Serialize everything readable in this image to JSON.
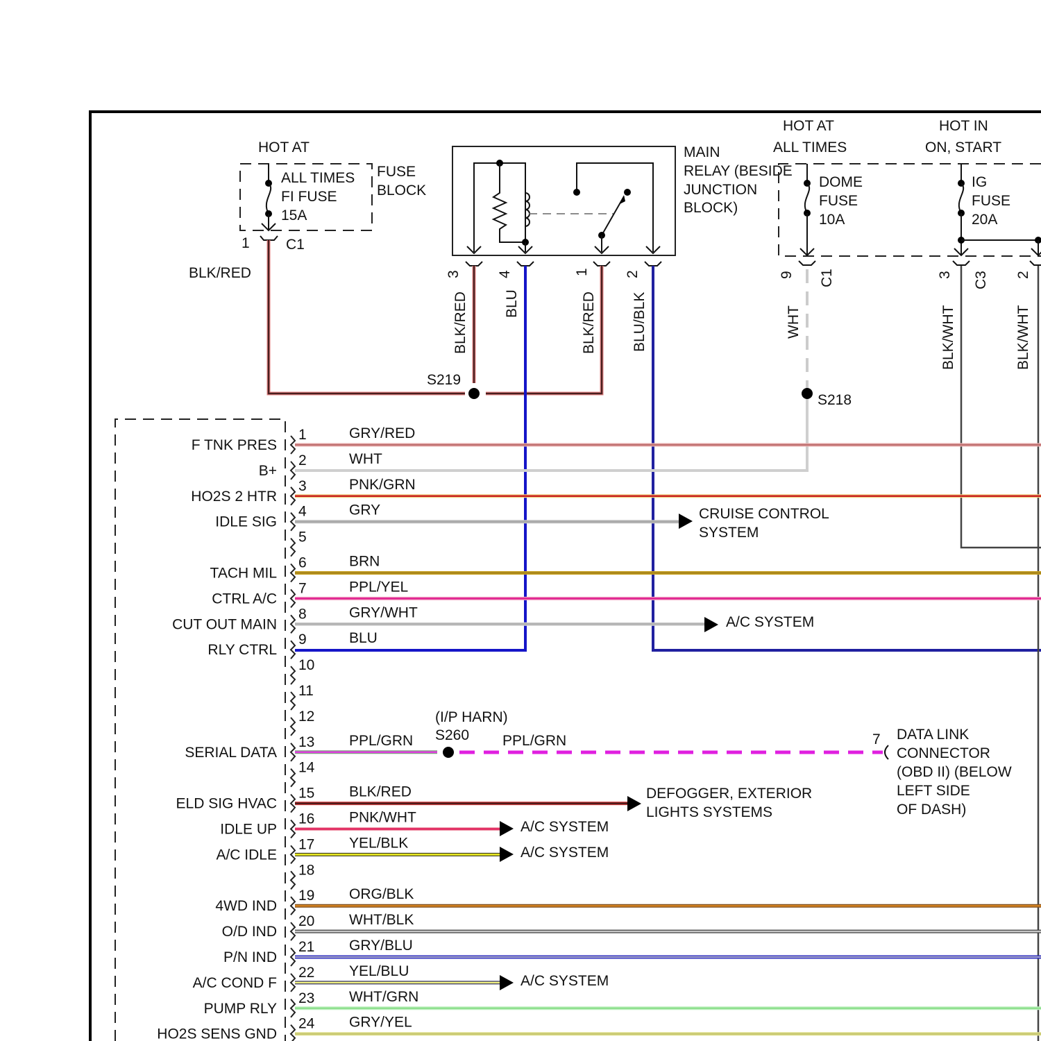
{
  "fuse_block": {
    "header": "HOT AT",
    "fuse_lines": [
      "ALL TIMES",
      "FI FUSE",
      "15A"
    ],
    "block_label": [
      "FUSE",
      "BLOCK"
    ],
    "pin": "1",
    "connector": "C1",
    "wire_color": "BLK/RED"
  },
  "main_relay": {
    "label": [
      "MAIN",
      "RELAY (BESIDE",
      "JUNCTION",
      "BLOCK)"
    ],
    "pins": [
      {
        "pin": "3",
        "wire": "BLK/RED",
        "color": "#5a2a2a",
        "stripe": "#e08080"
      },
      {
        "pin": "4",
        "wire": "BLU",
        "color": "#1515d0",
        "stripe": "#1515d0"
      },
      {
        "pin": "1",
        "wire": "BLK/RED",
        "color": "#5a2a2a",
        "stripe": "#e08080"
      },
      {
        "pin": "2",
        "wire": "BLU/BLK",
        "color": "#2020a0",
        "stripe": "#2020a0"
      }
    ]
  },
  "junction_block": {
    "dome": {
      "header": [
        "HOT AT",
        "ALL TIMES"
      ],
      "fuse_lines": [
        "DOME",
        "FUSE",
        "10A"
      ],
      "pin": "9",
      "connector": "C1",
      "wire": "WHT"
    },
    "ig": {
      "header": [
        "HOT IN",
        "ON, START"
      ],
      "fuse_lines": [
        "IG",
        "FUSE",
        "20A"
      ],
      "pin": "3",
      "connector": "C3",
      "wire": "BLK/WHT"
    },
    "ig2": {
      "pin": "2",
      "wire": "BLK/WHT"
    }
  },
  "splices": {
    "s219": "S219",
    "s218": "S218",
    "s260": "S260",
    "s260_note": "(I/P HARN)"
  },
  "pcm_pins": [
    {
      "pin": "1",
      "label": "F TNK PRES",
      "wire": "GRY/RED",
      "color": "#c07070",
      "stripe": "#e8b0b0"
    },
    {
      "pin": "2",
      "label": "B+",
      "wire": "WHT",
      "color": "#cccccc",
      "stripe": "#dddddd"
    },
    {
      "pin": "3",
      "label": "HO2S 2 HTR",
      "wire": "PNK/GRN",
      "color": "#c82020",
      "stripe": "#f0d080"
    },
    {
      "pin": "4",
      "label": "IDLE SIG",
      "wire": "GRY",
      "color": "#a8a8a8",
      "stripe": "#c0c0c0"
    },
    {
      "pin": "5",
      "label": "",
      "wire": "",
      "color": "",
      "stripe": ""
    },
    {
      "pin": "6",
      "label": "TACH MIL",
      "wire": "BRN",
      "color": "#a8861c",
      "stripe": "#c8a020"
    },
    {
      "pin": "7",
      "label": "CTRL A/C",
      "wire": "PPL/YEL",
      "color": "#e02090",
      "stripe": "#f0a0c0"
    },
    {
      "pin": "8",
      "label": "CUT OUT MAIN",
      "wire": "GRY/WHT",
      "color": "#b0b0b0",
      "stripe": "#d0d0d0"
    },
    {
      "pin": "9",
      "label": "RLY CTRL",
      "wire": "BLU",
      "color": "#1515c0",
      "stripe": "#1515c0"
    },
    {
      "pin": "10",
      "label": "",
      "wire": "",
      "color": "",
      "stripe": ""
    },
    {
      "pin": "11",
      "label": "",
      "wire": "",
      "color": "",
      "stripe": ""
    },
    {
      "pin": "12",
      "label": "",
      "wire": "",
      "color": "",
      "stripe": ""
    },
    {
      "pin": "13",
      "label": "SERIAL DATA",
      "wire": "PPL/GRN",
      "color": "#e040e0",
      "stripe": "#80a080"
    },
    {
      "pin": "14",
      "label": "",
      "wire": "",
      "color": "",
      "stripe": ""
    },
    {
      "pin": "15",
      "label": "ELD SIG HVAC",
      "wire": "BLK/RED",
      "color": "#4a1a1a",
      "stripe": "#d04040"
    },
    {
      "pin": "16",
      "label": "IDLE UP",
      "wire": "PNK/WHT",
      "color": "#e0205a",
      "stripe": "#f0a0b0"
    },
    {
      "pin": "17",
      "label": "A/C IDLE",
      "wire": "YEL/BLK",
      "color": "#f0f020",
      "stripe": "#404020"
    },
    {
      "pin": "18",
      "label": "",
      "wire": "",
      "color": "",
      "stripe": ""
    },
    {
      "pin": "19",
      "label": "4WD IND",
      "wire": "ORG/BLK",
      "color": "#d08020",
      "stripe": "#805020"
    },
    {
      "pin": "20",
      "label": "O/D IND",
      "wire": "WHT/BLK",
      "color": "#c8c8c8",
      "stripe": "#404040"
    },
    {
      "pin": "21",
      "label": "P/N IND",
      "wire": "GRY/BLU",
      "color": "#a0a0c8",
      "stripe": "#2020c0"
    },
    {
      "pin": "22",
      "label": "A/C COND F",
      "wire": "YEL/BLU",
      "color": "#f0f080",
      "stripe": "#303060"
    },
    {
      "pin": "23",
      "label": "PUMP RLY",
      "wire": "WHT/GRN",
      "color": "#90e090",
      "stripe": "#c0f0c0"
    },
    {
      "pin": "24",
      "label": "HO2S SENS GND",
      "wire": "GRY/YEL",
      "color": "#c8c870",
      "stripe": "#e0e090"
    }
  ],
  "destinations": {
    "cruise": [
      "CRUISE CONTROL",
      "SYSTEM"
    ],
    "ac_8": "A/C SYSTEM",
    "defogger": [
      "DEFOGGER, EXTERIOR",
      "LIGHTS SYSTEMS"
    ],
    "ac_16": "A/C SYSTEM",
    "ac_17": "A/C SYSTEM",
    "ac_22": "A/C SYSTEM",
    "s260_wire": "PPL/GRN",
    "dlc_pin": "7",
    "dlc": [
      "DATA LINK",
      "CONNECTOR",
      "(OBD II) (BELOW",
      "LEFT SIDE",
      "OF DASH)"
    ]
  }
}
